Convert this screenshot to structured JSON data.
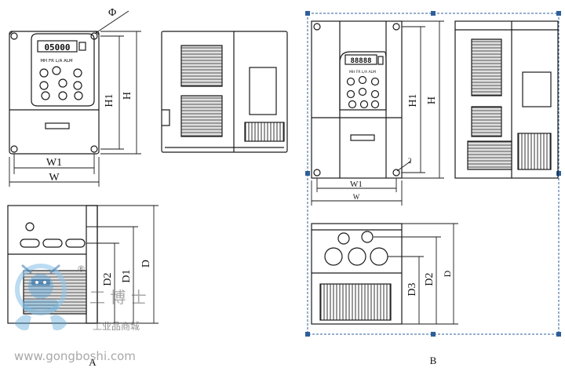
{
  "labels": {
    "phi": "Φ",
    "h1": "H1",
    "h": "H",
    "w1": "W1",
    "w": "W",
    "d": "D",
    "d1": "D1",
    "d2": "D2",
    "d3": "D3",
    "caption_a": "A",
    "caption_b": "B",
    "b_hole": "2"
  },
  "display": {
    "readout_a": "05000",
    "readout_b": "88888",
    "indicators": "MH FR L/A ALM"
  },
  "watermark": {
    "registered": "®",
    "brand_cn": "工 博 士",
    "tagline_cn": "工业品商城",
    "url": "www.gongboshi.com"
  },
  "colors": {
    "line": "#1a1a1a",
    "selection": "#2e5f9a",
    "watermark_blue": "#5aa6d8"
  }
}
